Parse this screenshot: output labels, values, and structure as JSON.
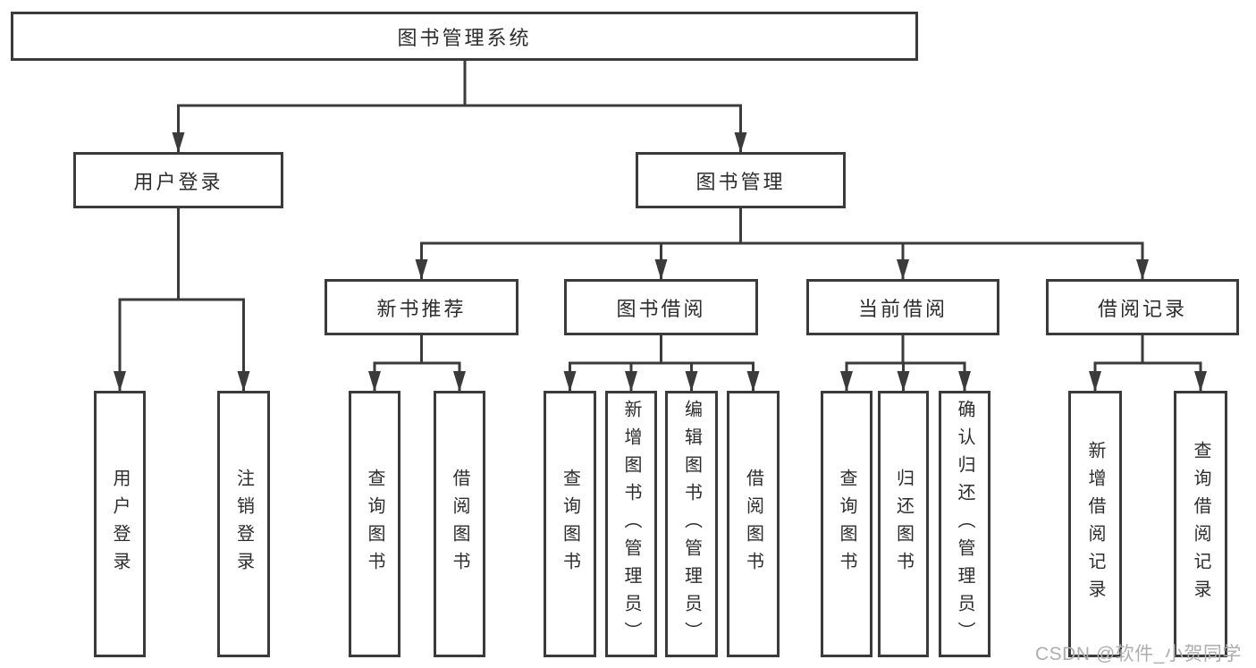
{
  "watermark": "CSDN @软件_小贺同学",
  "tree": {
    "root": {
      "label": "图书管理系统"
    },
    "branches": [
      {
        "label": "用户登录"
      },
      {
        "label": "图书管理"
      }
    ],
    "modules": [
      {
        "label": "新书推荐"
      },
      {
        "label": "图书借阅"
      },
      {
        "label": "当前借阅"
      },
      {
        "label": "借阅记录"
      }
    ],
    "leaves": [
      {
        "label": "用户登录"
      },
      {
        "label": "注销登录"
      },
      {
        "label": "查询图书"
      },
      {
        "label": "借阅图书"
      },
      {
        "label": "查询图书"
      },
      {
        "label": "新增图书（管理员）"
      },
      {
        "label": "编辑图书（管理员）"
      },
      {
        "label": "借阅图书"
      },
      {
        "label": "查询图书"
      },
      {
        "label": "归还图书"
      },
      {
        "label": "确认归还（管理员）"
      },
      {
        "label": "新增借阅记录"
      },
      {
        "label": "查询借阅记录"
      }
    ]
  },
  "colors": {
    "line": "#3b3b3b",
    "text": "#2d2d2d",
    "watermark": "#aeaeae"
  }
}
